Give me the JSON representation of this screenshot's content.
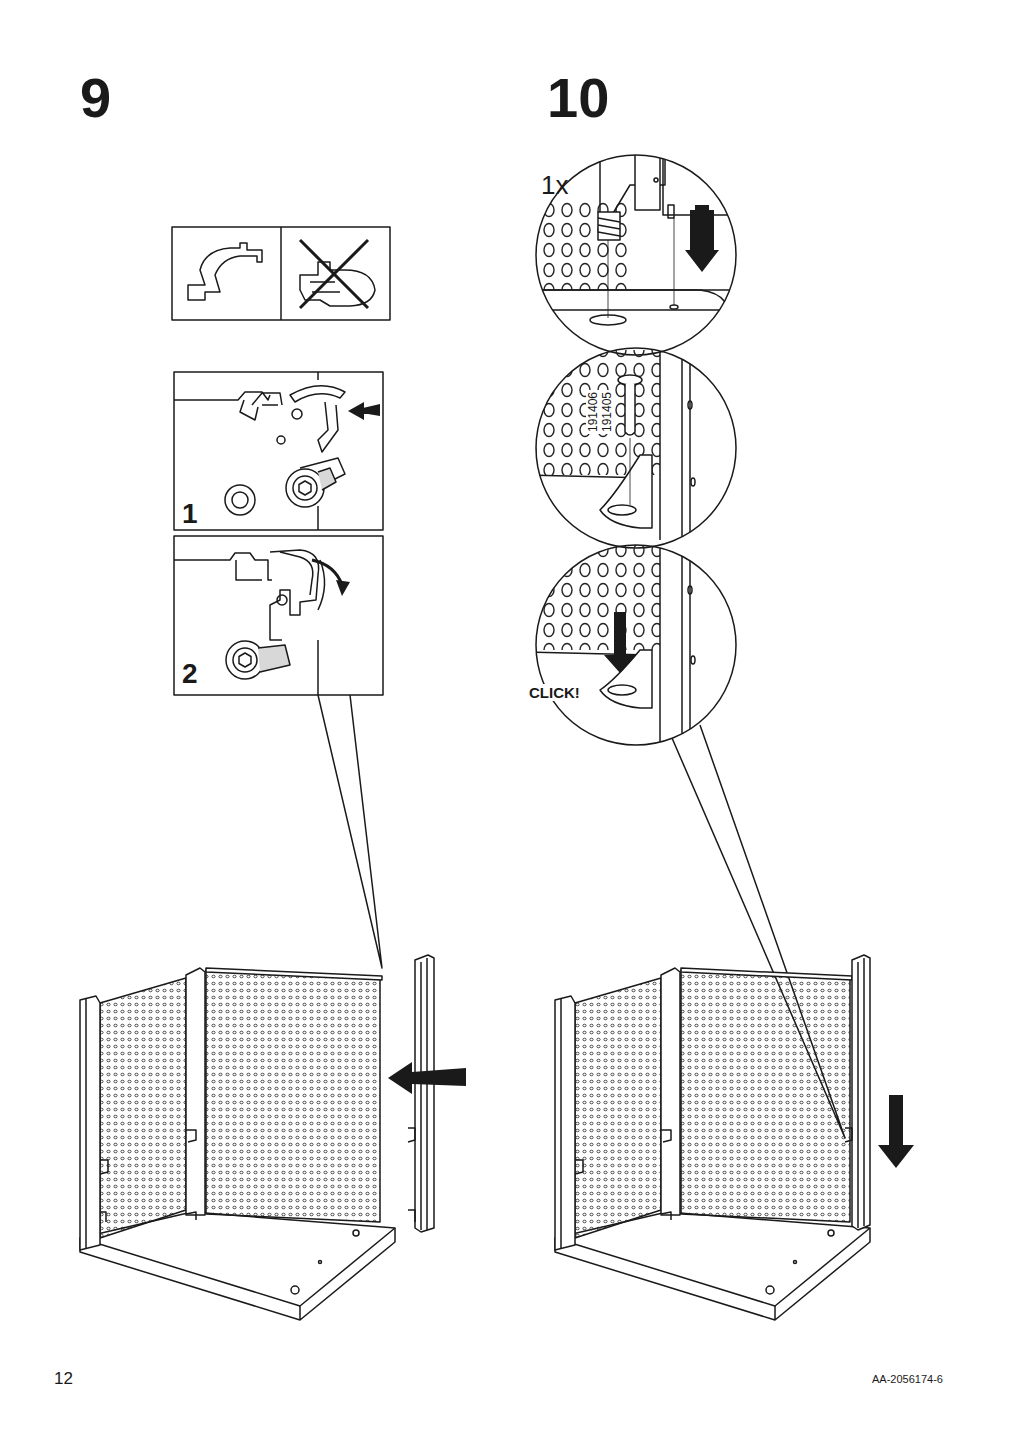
{
  "diagram": {
    "labels": [
      "9",
      "10",
      "1x",
      "191406",
      "191405",
      "1",
      "CLICK!",
      "2",
      "12",
      "AA-2056174-6"
    ]
  }
}
